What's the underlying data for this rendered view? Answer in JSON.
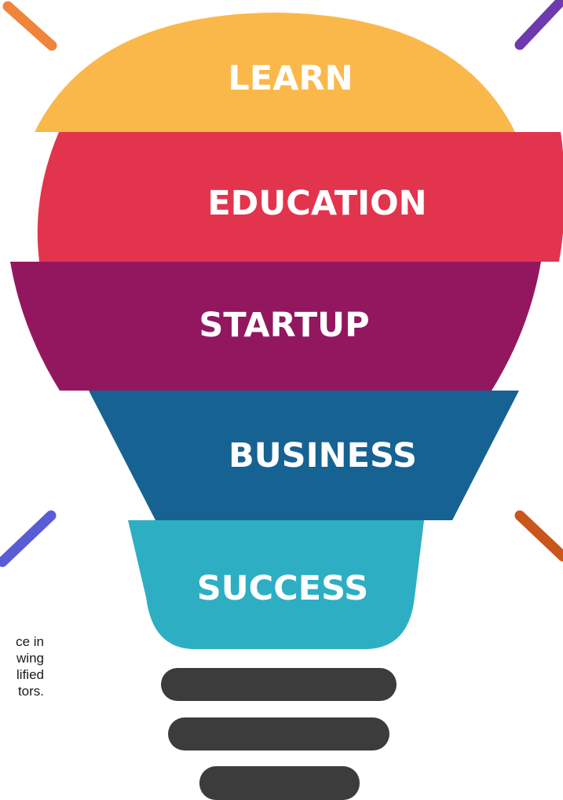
{
  "stages": [
    {
      "label": "LEARN",
      "color": "#FBB84A"
    },
    {
      "label": "EDUCATION",
      "color": "#E3344D"
    },
    {
      "label": "STARTUP",
      "color": "#93175F"
    },
    {
      "label": "BUSINESS",
      "color": "#166292"
    },
    {
      "label": "SUCCESS",
      "color": "#2EAEC2"
    }
  ],
  "base_color": "#3C3C3C",
  "rays": [
    {
      "name": "top-left-ray",
      "color": "#F0843A"
    },
    {
      "name": "top-right-ray",
      "color": "#6E3AAE"
    },
    {
      "name": "left-ray",
      "color": "#5A5CD6"
    },
    {
      "name": "right-ray",
      "color": "#C8561D"
    }
  ],
  "side_text": {
    "line1": "ce in",
    "line2": "wing",
    "line3": "lified",
    "line4": "tors."
  }
}
